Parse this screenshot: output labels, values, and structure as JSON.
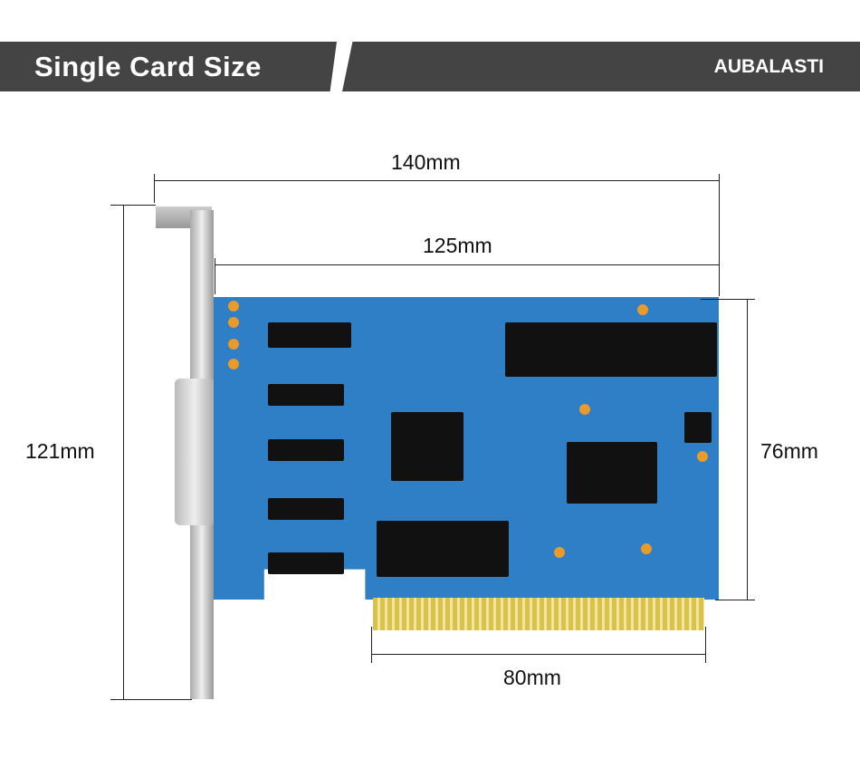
{
  "header": {
    "title": "Single Card Size",
    "brand": "AUBALASTI"
  },
  "dimensions": {
    "overall_width": "140mm",
    "board_width": "125mm",
    "overall_height": "121mm",
    "board_height": "76mm",
    "connector_width": "80mm"
  }
}
